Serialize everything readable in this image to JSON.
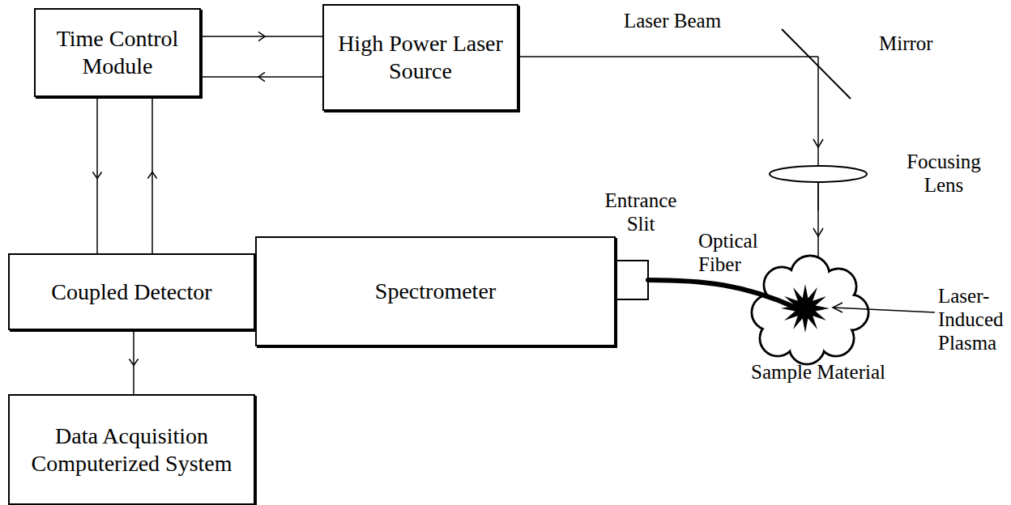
{
  "diagram": {
    "nodes": [
      {
        "text": [
          "Time Control Module"
        ]
      },
      {
        "text": [
          "High Power Laser Source"
        ]
      },
      {
        "text": [
          "Coupled Detector"
        ]
      },
      {
        "text": [
          "Spectrometer"
        ]
      },
      {
        "text": [
          "Data Acquisition Computerized System"
        ]
      }
    ],
    "edges": [
      {
        "from": 0,
        "to": 1,
        "arrow": "to"
      },
      {
        "from": 1,
        "to": 0,
        "arrow": "to"
      },
      {
        "from": 0,
        "to": 2,
        "arrow": "to"
      },
      {
        "from": 2,
        "to": 0,
        "arrow": "to"
      },
      {
        "from": 2,
        "to": 4,
        "arrow": "to"
      }
    ],
    "labels": [
      "Laser Beam",
      "Mirror",
      "Focusing Lens",
      "Entrance Slit",
      "Optical Fiber",
      "Laser-Induced Plasma",
      "Sample Material"
    ]
  }
}
